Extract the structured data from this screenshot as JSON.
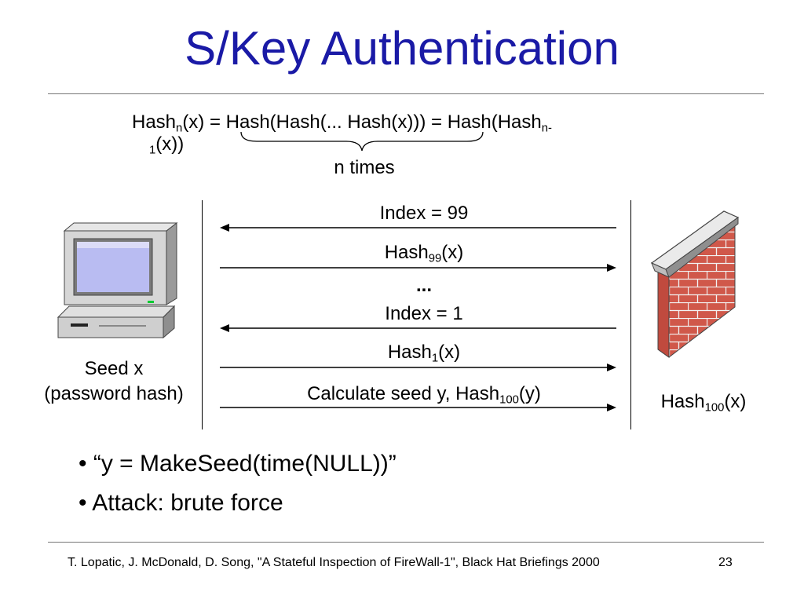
{
  "slide": {
    "title": "S/Key Authentication",
    "footer_citation": "T. Lopatic, J. McDonald, D. Song, \"A Stateful Inspection of FireWall-1\", Black Hat Briefings 2000",
    "page_number": "23"
  },
  "formula": {
    "p1": "Hash",
    "p1_sub": "n",
    "p2": "(x) = Hash(Hash(... Hash(x))) = Hash(Hash",
    "p2_sub": "n-",
    "line2_sub": "1",
    "line2": "(x))",
    "brace_label": "n times"
  },
  "client": {
    "label_line1": "Seed x",
    "label_line2": "(password hash)"
  },
  "server": {
    "label": "Hash",
    "label_sub": "100",
    "label_tail": "(x)"
  },
  "messages": {
    "m1": "Index = 99",
    "m2_a": "Hash",
    "m2_sub": "99",
    "m2_b": "(x)",
    "ellipsis": "...",
    "m3": "Index = 1",
    "m4_a": "Hash",
    "m4_sub": "1",
    "m4_b": "(x)",
    "m5_a": "Calculate seed y, Hash",
    "m5_sub": "100",
    "m5_b": "(y)"
  },
  "bullets": [
    "“y = MakeSeed(time(NULL))”",
    "Attack: brute force"
  ]
}
